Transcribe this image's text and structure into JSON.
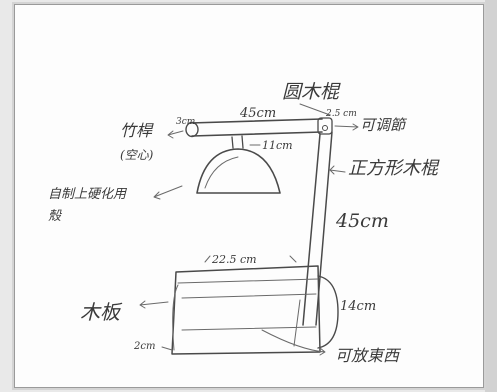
{
  "labels": {
    "round_pole": "圆木棍",
    "bamboo_rod": "竹桿",
    "hollow": "(空心)",
    "len_45_top": "45cm",
    "len_3cm": "3cm",
    "len_25": "2.5 cm",
    "adjustable": "可调節",
    "len_11": "11cm",
    "square_pole": "正方形木棍",
    "lampshade_l1": "自制上硬化用",
    "lampshade_l2": "殼",
    "len_45_side": "45cm",
    "len_22_5": "22.5 cm",
    "len_14": "14cm",
    "board": "木板",
    "len_2cm": "2cm",
    "storage": "可放東西"
  }
}
